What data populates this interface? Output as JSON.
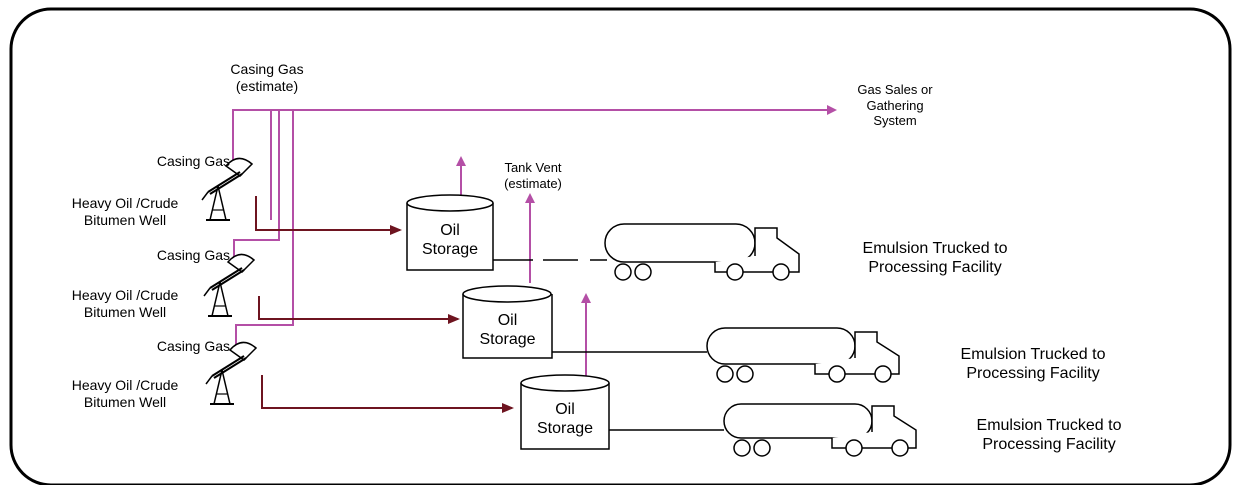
{
  "diagram": {
    "casing_gas_estimate_label": "Casing Gas\n(estimate)",
    "gas_sales_label": "Gas Sales or\nGathering\nSystem",
    "tank_vent_label": "Tank Vent\n(estimate)",
    "wells": [
      {
        "casing_gas_label": "Casing Gas",
        "well_label": "Heavy Oil /Crude\nBitumen Well"
      },
      {
        "casing_gas_label": "Casing Gas",
        "well_label": "Heavy Oil /Crude\nBitumen Well"
      },
      {
        "casing_gas_label": "Casing Gas",
        "well_label": "Heavy Oil /Crude\nBitumen Well"
      }
    ],
    "tanks": [
      {
        "label": "Oil\nStorage"
      },
      {
        "label": "Oil\nStorage"
      },
      {
        "label": "Oil\nStorage"
      }
    ],
    "trucks": [
      {
        "label": "Emulsion Trucked to\nProcessing Facility"
      },
      {
        "label": "Emulsion Trucked to\nProcessing Facility"
      },
      {
        "label": "Emulsion Trucked to\nProcessing Facility"
      }
    ],
    "colors": {
      "gas_line": "#b44fa6",
      "oil_line": "#6e1420",
      "outline": "#000000"
    }
  }
}
